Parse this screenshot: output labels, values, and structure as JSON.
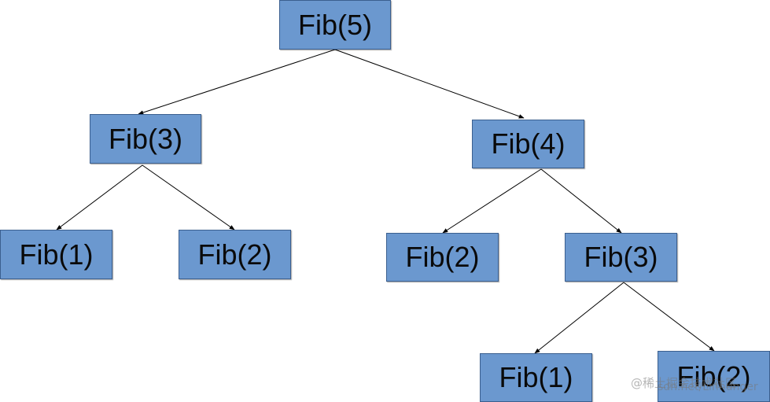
{
  "diagram": {
    "nodes": {
      "fib5": {
        "label": "Fib(5)"
      },
      "fib3a": {
        "label": "Fib(3)"
      },
      "fib4": {
        "label": "Fib(4)"
      },
      "fib1a": {
        "label": "Fib(1)"
      },
      "fib2a": {
        "label": "Fib(2)"
      },
      "fib2b": {
        "label": "Fib(2)"
      },
      "fib3b": {
        "label": "Fib(3)"
      },
      "fib1b": {
        "label": "Fib(1)"
      },
      "fib2c": {
        "label": "Fib(2)"
      }
    },
    "edges": [
      {
        "from": "fib5",
        "to": "fib3a"
      },
      {
        "from": "fib5",
        "to": "fib4"
      },
      {
        "from": "fib3a",
        "to": "fib1a"
      },
      {
        "from": "fib3a",
        "to": "fib2a"
      },
      {
        "from": "fib4",
        "to": "fib2b"
      },
      {
        "from": "fib4",
        "to": "fib3b"
      },
      {
        "from": "fib3b",
        "to": "fib1b"
      },
      {
        "from": "fib3b",
        "to": "fib2c"
      }
    ],
    "colors": {
      "node_fill": "#6b98cf",
      "node_border": "#3b5f8f",
      "edge": "#000000",
      "background": "#ffffff"
    }
  },
  "watermark": {
    "line1": "@稀土掘金技术社区",
    "line2": "sdn.net/Linhunger"
  }
}
